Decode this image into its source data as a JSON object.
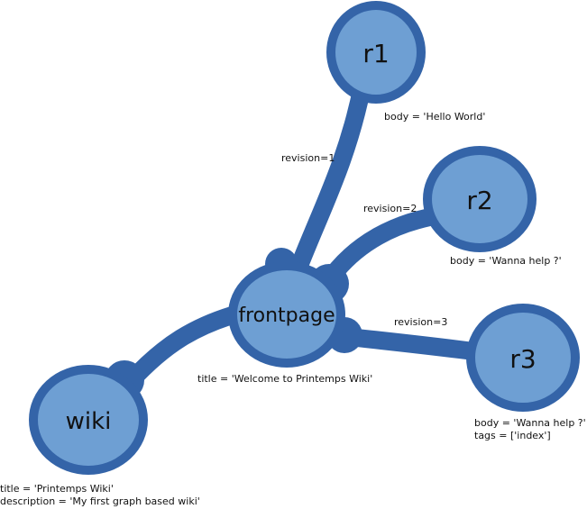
{
  "colors": {
    "edge": "#3464a8",
    "node_fill": "#6e9fd3",
    "node_border": "#3464a8",
    "text": "#111111"
  },
  "nodes": {
    "r1": {
      "label": "r1",
      "props": [
        "body = 'Hello World'"
      ]
    },
    "r2": {
      "label": "r2",
      "props": [
        "body = 'Wanna help ?'"
      ]
    },
    "r3": {
      "label": "r3",
      "props": [
        "body = 'Wanna help ?'",
        "tags = ['index']"
      ]
    },
    "frontpage": {
      "label": "frontpage",
      "props": [
        "title = 'Welcome to Printemps Wiki'"
      ]
    },
    "wiki": {
      "label": "wiki",
      "props": [
        "title = 'Printemps Wiki'",
        "description = 'My first graph based wiki'"
      ]
    }
  },
  "edges": {
    "frontpage_r1": {
      "label": "revision=1"
    },
    "frontpage_r2": {
      "label": "revision=2"
    },
    "frontpage_r3": {
      "label": "revision=3"
    },
    "wiki_frontpage": {
      "label": ""
    }
  }
}
